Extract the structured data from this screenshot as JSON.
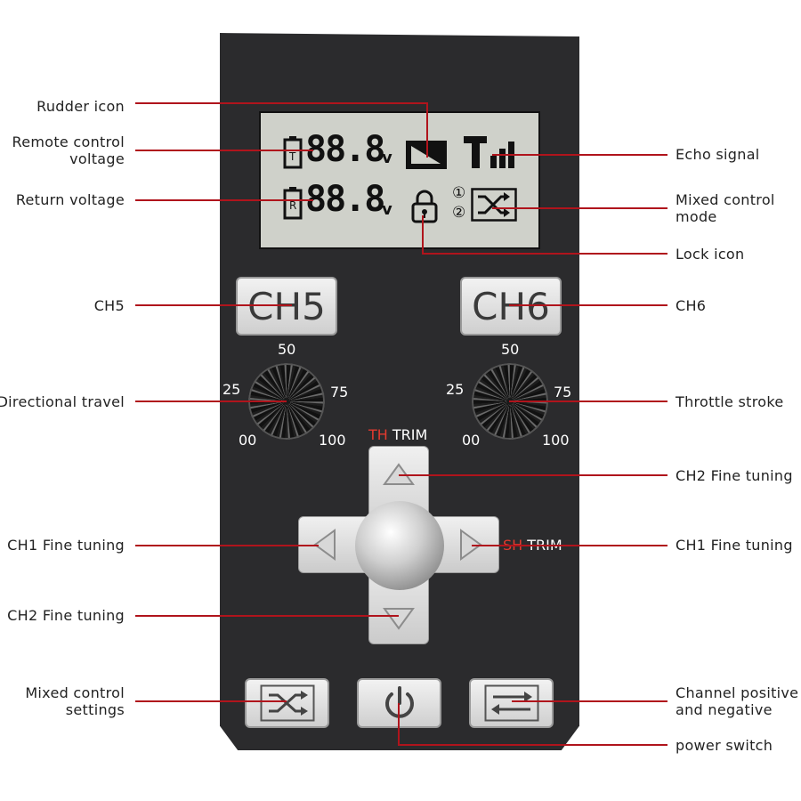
{
  "lcd": {
    "remote_voltage": "88.8",
    "remote_unit": "v",
    "remote_marker": "T",
    "return_voltage": "88.8",
    "return_unit": "v",
    "return_marker": "R",
    "mix_mode_1": "①",
    "mix_mode_2": "②"
  },
  "buttons": {
    "ch5": "CH5",
    "ch6": "CH6"
  },
  "knobs": {
    "left": {
      "t50": "50",
      "t25": "25",
      "t75": "75",
      "t00": "00",
      "t100": "100"
    },
    "right": {
      "t50": "50",
      "t25": "25",
      "t75": "75",
      "t00": "00",
      "t100": "100"
    }
  },
  "trim": {
    "th_prefix": "TH",
    "th_suffix": " TRIM",
    "sh_prefix": "SH",
    "sh_suffix": " TRIM"
  },
  "labels": {
    "rudder_icon": "Rudder icon",
    "remote_control_voltage_1": "Remote control",
    "remote_control_voltage_2": "voltage",
    "return_voltage": "Return voltage",
    "ch5": "CH5",
    "directional_travel": "Directional travel",
    "ch1_fine_left": "CH1 Fine tuning",
    "ch2_fine_left": "CH2 Fine tuning",
    "mixed_settings_1": "Mixed control",
    "mixed_settings_2": "settings",
    "echo_signal": "Echo signal",
    "mixed_mode_1": "Mixed control",
    "mixed_mode_2": "mode",
    "lock_icon": "Lock icon",
    "ch6": "CH6",
    "throttle_stroke": "Throttle stroke",
    "ch2_fine_right": "CH2 Fine tuning",
    "ch1_fine_right": "CH1 Fine tuning",
    "channel_pn_1": "Channel positive",
    "channel_pn_2": "and negative",
    "power_switch": "power switch"
  },
  "icons": [
    "battery-icon",
    "rudder-icon",
    "signal-icon",
    "lock-icon",
    "mix-icon",
    "power-icon",
    "reverse-icon"
  ],
  "colors": {
    "accent_line": "#b0141c",
    "panel": "#2b2b2d",
    "lcd": "#cfd1ca",
    "trim_red": "#e23a2e"
  }
}
